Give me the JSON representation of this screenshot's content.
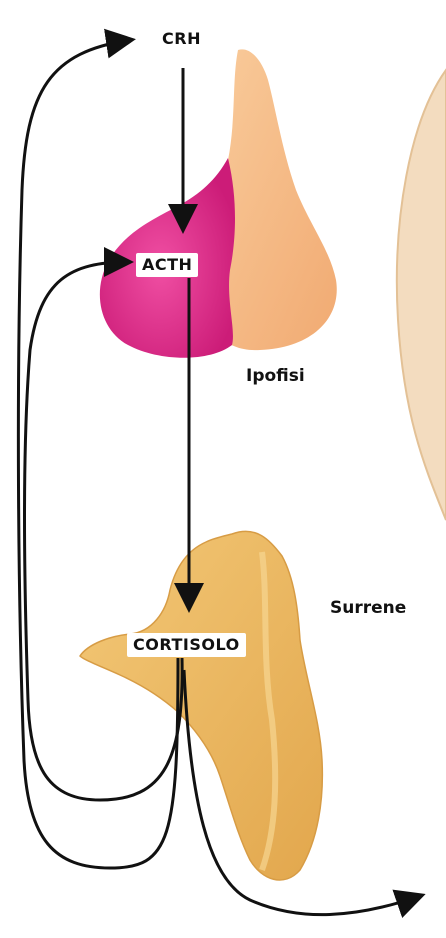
{
  "labels": {
    "crh": "CRH",
    "acth": "ACTH",
    "cortisolo": "CORTISOLO",
    "ipofisi": "Ipofisi",
    "surrene": "Surrene"
  },
  "colors": {
    "pituitary_anterior": "#e8308e",
    "pituitary_posterior": "#f7bf8c",
    "adrenal": "#eab35c",
    "brain_edge": "#e9c7a0",
    "arrow": "#111111"
  }
}
